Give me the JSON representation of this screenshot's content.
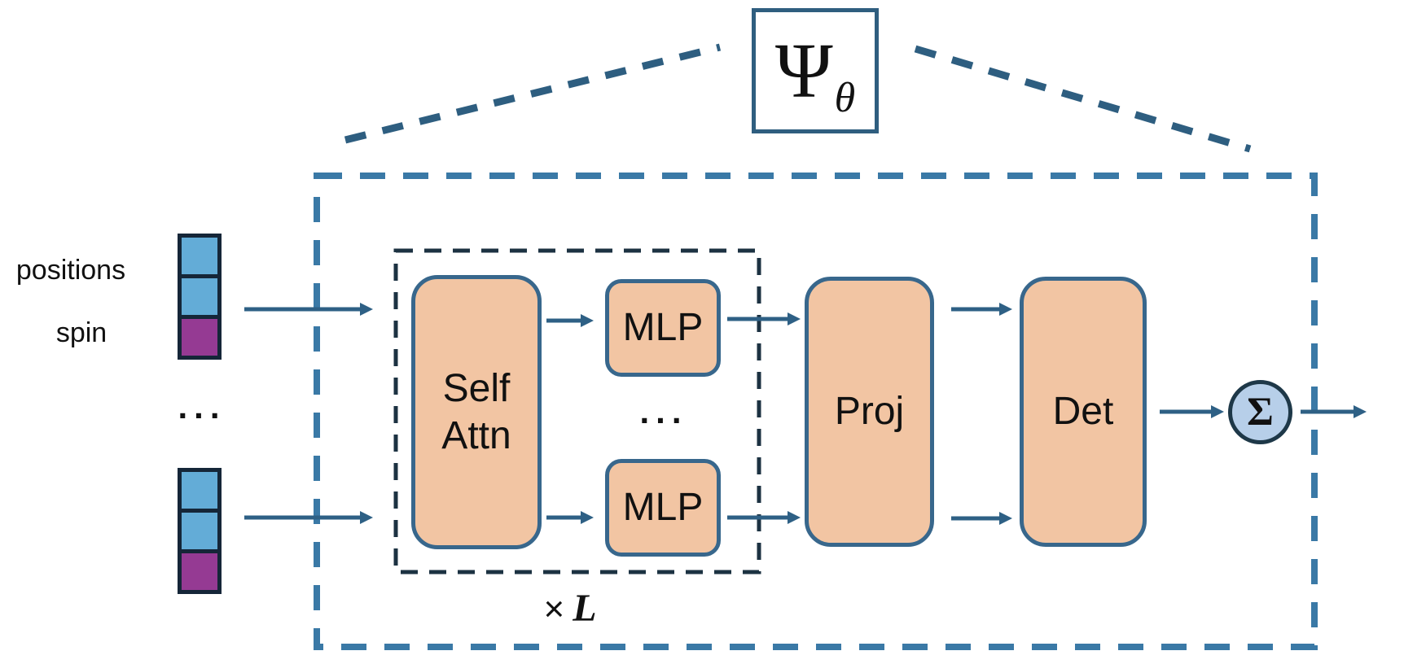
{
  "psi": {
    "symbol": "Ψ",
    "subscript": "θ"
  },
  "input": {
    "positions_label": "positions",
    "spin_label": "spin",
    "ellipsis": "...",
    "stacks": [
      {
        "cells": [
          "positions",
          "positions",
          "spin"
        ]
      },
      {
        "cells": [
          "positions",
          "positions",
          "spin"
        ]
      }
    ]
  },
  "network": {
    "self_attn_label": "Self Attn",
    "mlp_top_label": "MLP",
    "mlp_bottom_label": "MLP",
    "inner_ellipsis": "...",
    "loop_times_symbol": "×",
    "loop_variable": "L",
    "proj_label": "Proj",
    "det_label": "Det",
    "sum_symbol": "Σ"
  },
  "colors": {
    "cell_blue": "#63acd7",
    "cell_purple": "#953a93",
    "cell_border": "#152638",
    "block_fill": "#f2c5a3",
    "block_border": "#38678c",
    "arrow": "#2e6085",
    "outer_dash": "#3a79a6",
    "inner_dash": "#1c3242",
    "diagonal_dash": "#2e5e80",
    "sigma_fill": "#b7cfe9",
    "sigma_border": "#1e3848",
    "psi_border": "#2f5e7f",
    "text": "#111111"
  }
}
